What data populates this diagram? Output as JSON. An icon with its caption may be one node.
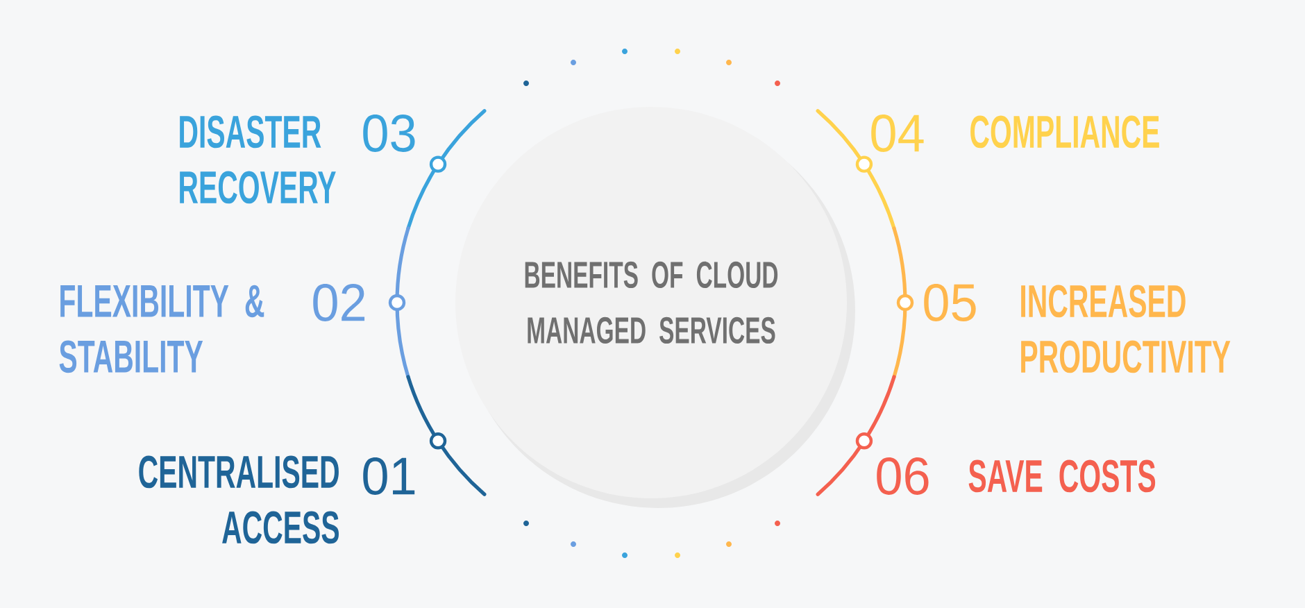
{
  "diagram": {
    "nodes": [
      {
        "text": [
          "BENEFITS OF CLOUD MANAGED SERVICES"
        ]
      }
    ],
    "labels": [
      "DISASTER RECOVERY",
      "03",
      "04",
      "COMPLIANCE",
      "FLEXIBILITY & STABILITY",
      "02",
      "05",
      "INCREASED PRODUCTIVITY",
      "CENTRALISED ACCESS",
      "01",
      "06",
      "SAVE COSTS"
    ]
  }
}
